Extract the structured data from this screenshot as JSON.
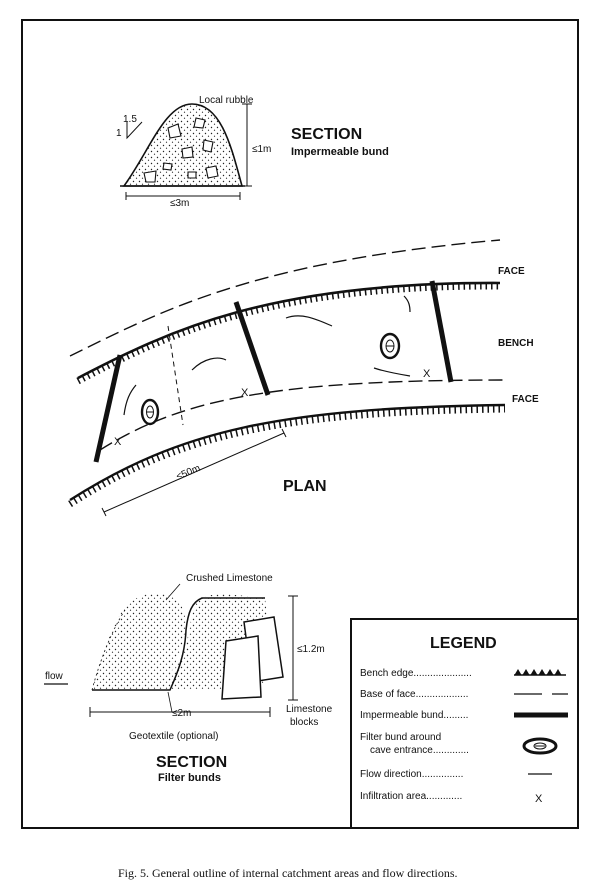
{
  "top_section": {
    "heading": "SECTION",
    "subheading": "Impermeable bund",
    "rubble_label": "Local rubble",
    "slope_run": "1.5",
    "slope_rise": "1",
    "height_label": "≤1m",
    "width_label": "≤3m"
  },
  "plan": {
    "title": "PLAN",
    "face_upper": "FACE",
    "bench": "BENCH",
    "face_lower": "FACE",
    "distance_label": "≤50m",
    "x_marks": [
      "X",
      "X",
      "X"
    ]
  },
  "bottom_section": {
    "crushed_label": "Crushed Limestone",
    "flow_label": "flow",
    "height_label": "≤1.2m",
    "width_label": "≤2m",
    "blocks_label_line1": "Limestone",
    "blocks_label_line2": "blocks",
    "geotextile_label": "Geotextile (optional)",
    "heading": "SECTION",
    "subheading": "Filter bunds"
  },
  "legend": {
    "title": "LEGEND",
    "items": [
      {
        "label": "Bench edge.....................",
        "symbol": "triangles"
      },
      {
        "label": "Base of face...................",
        "symbol": "dashed"
      },
      {
        "label": "Impermeable bund.........",
        "symbol": "thick-line"
      },
      {
        "label_line1": "Filter bund around",
        "label_line2": "cave entrance.............",
        "symbol": "filter-bund"
      },
      {
        "label": "Flow direction...............",
        "symbol": "short-line"
      },
      {
        "label": "Infiltration area.............",
        "symbol": "X"
      }
    ]
  },
  "caption": "Fig. 5.  General outline of internal catchment areas and flow directions."
}
